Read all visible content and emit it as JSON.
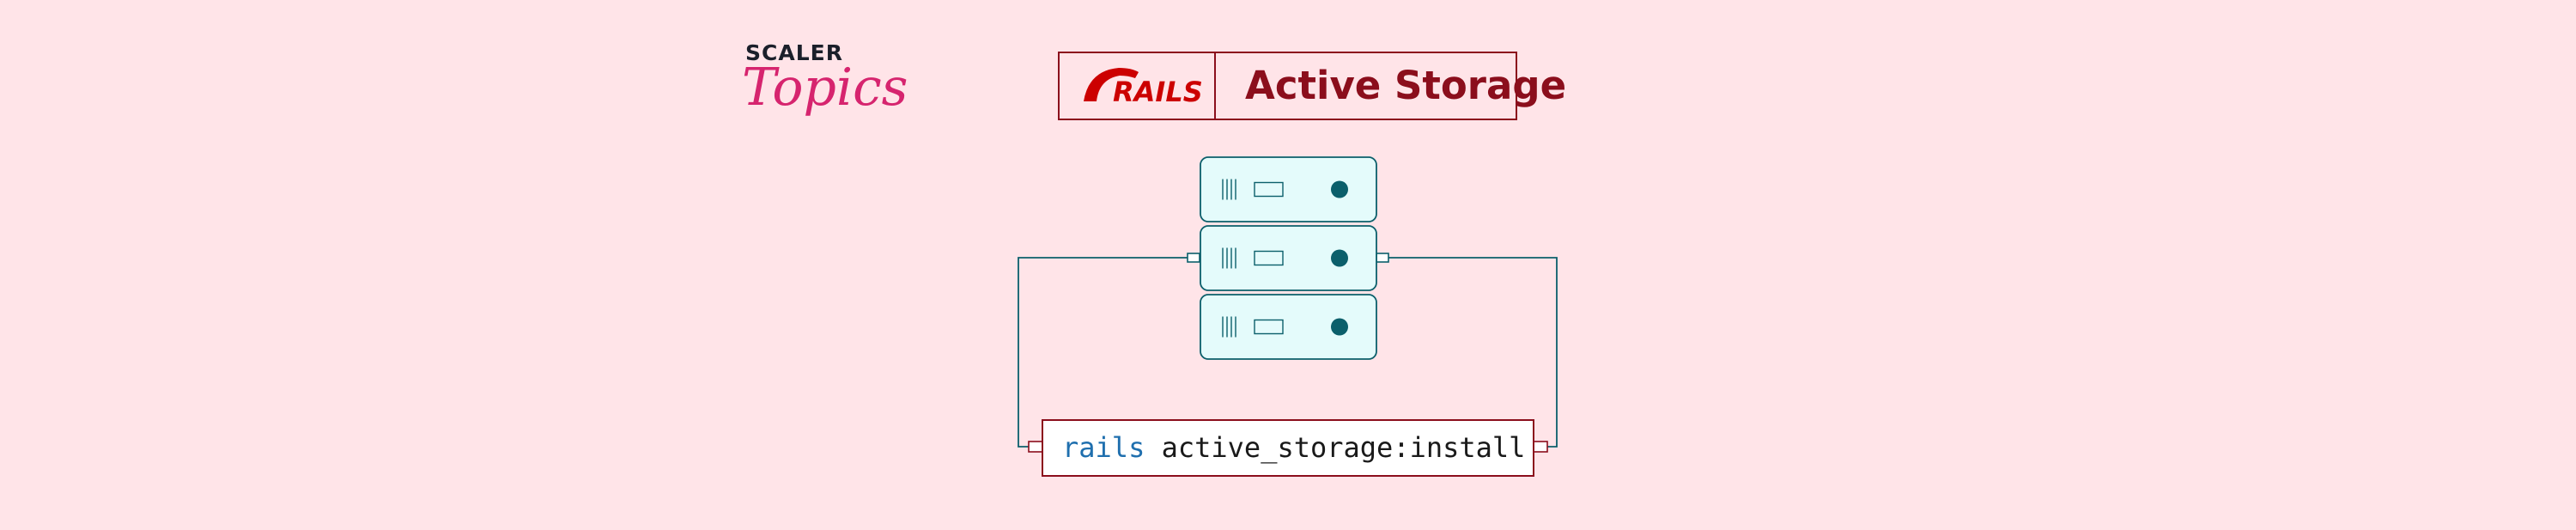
{
  "brand": {
    "top": "SCALER",
    "bottom": "Topics"
  },
  "header": {
    "logo_text": "RAILS",
    "title": "Active Storage"
  },
  "command": {
    "keyword": "rails",
    "args": " active_storage:install"
  },
  "servers": {
    "count": 3
  },
  "colors": {
    "background": "#ffe4e8",
    "accent_red": "#8b0e1c",
    "rails_red": "#cc0000",
    "teal": "#0b5f6b",
    "server_fill": "#e4fbfb",
    "keyword_blue": "#1f6fae",
    "text_dark": "#1a1a1a",
    "brand_pink": "#d6246e",
    "brand_dark": "#1b1f2a"
  }
}
